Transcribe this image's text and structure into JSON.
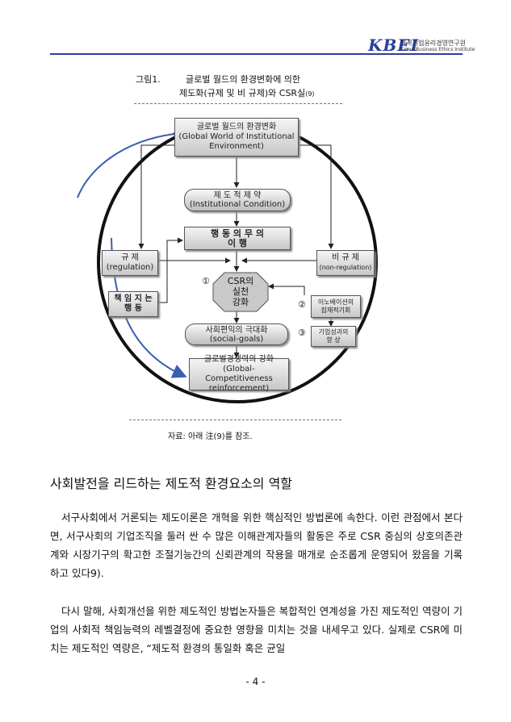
{
  "header": {
    "logo_mark": "KBEI",
    "org_name_kr": "한국기업윤리경영연구원",
    "org_name_en": "Korea Business Ethics Institute"
  },
  "figure": {
    "label": "그림1.",
    "title_line1": "글로벌 월드의 환경변화에 의한",
    "title_line2": "제도화(규제 및 비 규제)와 CSR실",
    "title_ref": "(9)",
    "nodes": {
      "env_kr": "글로벌 월드의 환경변화",
      "env_en1": "(Global World of Institutional",
      "env_en2": "Environment)",
      "cond_kr": "제 도 적 제 약",
      "cond_en": "(Institutional  Condition)",
      "duty_l1": "행 동 의 무 의",
      "duty_l2": "이        행",
      "reg_kr": "규 제",
      "reg_en": "(regulation)",
      "nonreg_kr": "비 규 제",
      "nonreg_en": "(non-regulation)",
      "resp_l1": "책 임 지 는",
      "resp_l2": "행    동",
      "csr_l1": "CSR의",
      "csr_l2": "실천",
      "csr_l3": "강화",
      "innov_l1": "이노베이션의",
      "innov_l2": "잠재적기회",
      "perf_l1": "기업성과의",
      "perf_l2": "향      상",
      "social_kr": "사회편익의 극대화",
      "social_en": "(social-goals)",
      "global_kr": "글로벌경쟁력의 강화",
      "global_en1": "(Global-Competitiveness",
      "global_en2": "reinforcement)",
      "n1": "①",
      "n2": "②",
      "n3": "③"
    },
    "colors": {
      "cycle_arrow": "#3a5fb0",
      "brand": "#2a3f9a"
    }
  },
  "source": "자료: 아래 注(9)를 참조.",
  "section_title": "사회발전을 리드하는 제도적 환경요소의 역할",
  "paragraphs": [
    "서구사회에서 거론되는 제도이론은 개혁을 위한 핵심적인 방법론에 속한다. 이런 관점에서 본다면, 서구사회의 기업조직을 둘러 싼 수 많은 이해관계자들의 활동은 주로 CSR 중심의 상호의존관계와 시장기구의 확고한 조절기능간의 신뢰관계의 작용을 매개로 순조롭게 운영되어 왔음을 기록하고 있다9).",
    "다시 말해, 사회개선을 위한 제도적인 방법논자들은 복합적인 연계성을 가진 제도적인 역량이 기업의 사회적 책임능력의 레벨결정에 중요한 영향을 미치는 것을 내세우고 있다. 실제로 CSR에 미치는 제도적인 역량은, “제도적 환경의 통일화 혹은 균일"
  ],
  "page_number": "- 4 -"
}
